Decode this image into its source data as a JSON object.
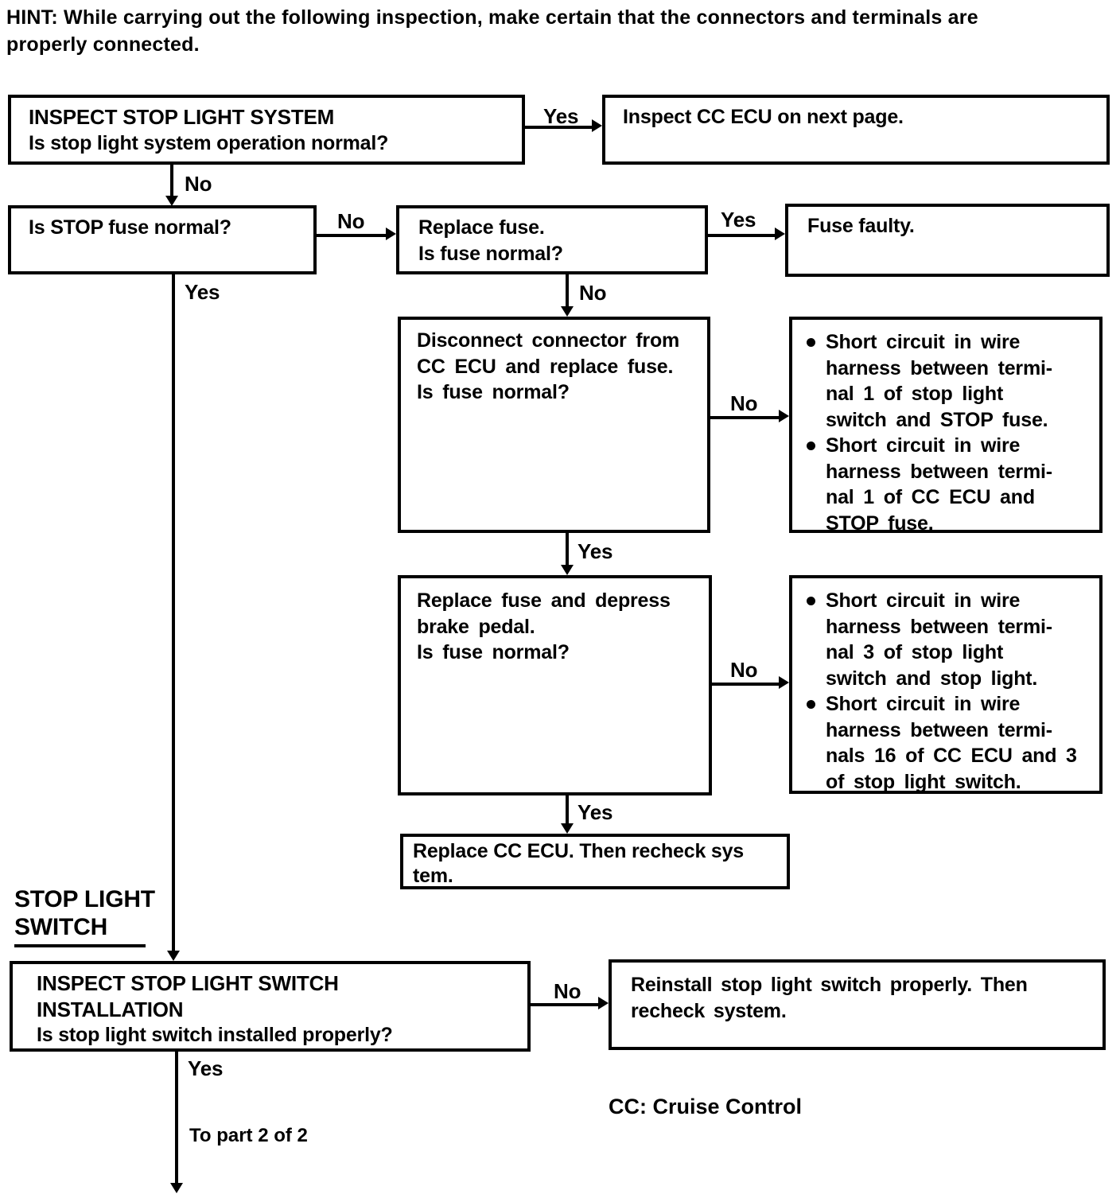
{
  "colors": {
    "ink": "#000000",
    "paper": "#ffffff"
  },
  "hint": "HINT:   While carrying out the following inspection, make certain that the connectors and terminals are\nproperly connected.",
  "flowchart": {
    "nodes": {
      "inspect_system": {
        "title": "INSPECT STOP LIGHT SYSTEM",
        "question": "Is stop light system operation normal?"
      },
      "inspect_cc_ecu": {
        "text": "Inspect CC ECU on next page."
      },
      "stop_fuse": {
        "text": "Is STOP fuse normal?"
      },
      "replace_fuse": {
        "text": "Replace fuse.\nIs fuse normal?"
      },
      "fuse_faulty": {
        "text": "Fuse faulty."
      },
      "disconnect_connector": {
        "text": "Disconnect connector from\nCC ECU and replace fuse.\nIs fuse normal?"
      },
      "short_circuit_stop_fuse": {
        "bullets": [
          "Short circuit in wire\nharness between termi-\nnal 1 of stop light\nswitch and STOP fuse.",
          "Short circuit in wire\nharness between termi-\nnal 1 of CC ECU and\nSTOP fuse."
        ]
      },
      "replace_fuse_brake": {
        "text": "Replace fuse and depress\nbrake pedal.\nIs fuse normal?"
      },
      "short_circuit_stop_light": {
        "bullets": [
          "Short circuit in wire\nharness between termi-\nnal 3 of stop light\nswitch and stop light.",
          "Short circuit in wire\nharness between termi-\nnals 16 of CC ECU and 3\nof stop light switch."
        ]
      },
      "replace_cc_ecu": {
        "text": "Replace CC ECU. Then recheck sys\ntem."
      },
      "inspect_switch": {
        "title": "INSPECT STOP LIGHT SWITCH\nINSTALLATION",
        "question": "Is stop light switch installed properly?"
      },
      "reinstall_switch": {
        "text": "Reinstall stop light switch properly. Then\nrecheck system."
      }
    },
    "edge_labels": {
      "system_yes": "Yes",
      "system_no": "No",
      "stop_fuse_no": "No",
      "stop_fuse_yes": "Yes",
      "replace_fuse_yes": "Yes",
      "replace_fuse_no": "No",
      "disconnect_no": "No",
      "disconnect_yes": "Yes",
      "brake_pedal_no": "No",
      "brake_pedal_yes": "Yes",
      "switch_install_no": "No",
      "switch_install_yes": "Yes"
    },
    "section_label": "STOP LIGHT\nSWITCH",
    "continuation_label": "To part 2 of 2",
    "footnote": "CC: Cruise Control"
  }
}
